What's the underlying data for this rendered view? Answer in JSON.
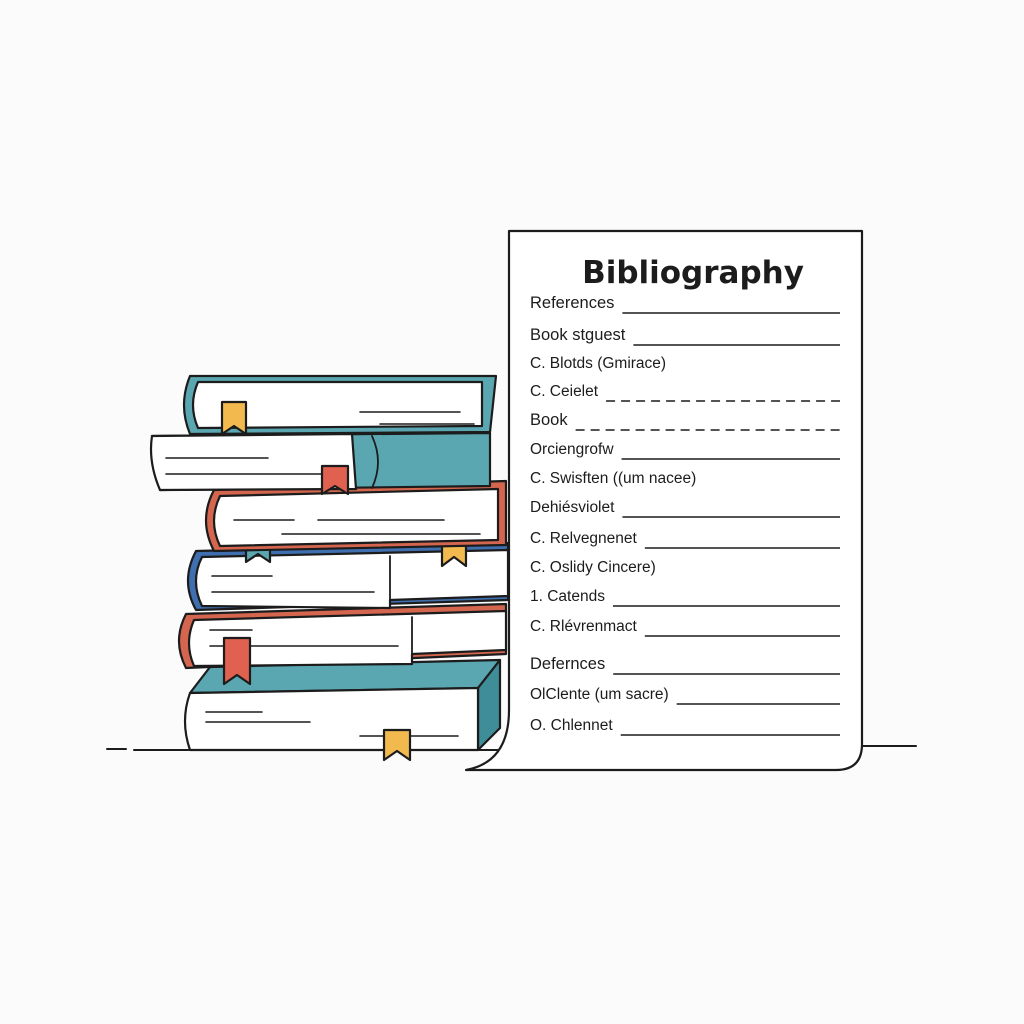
{
  "document": {
    "title": "Bibliography",
    "entries": [
      {
        "text": "References",
        "rule": "solid",
        "heading": true
      },
      {
        "text": "Book stguest",
        "rule": "solid",
        "heading": true
      },
      {
        "text": "C. Blotds (Gmirace)",
        "rule": "none",
        "heading": false
      },
      {
        "text": "C. Ceielet",
        "rule": "dashed",
        "heading": false
      },
      {
        "text": "Book",
        "rule": "dashed",
        "heading": true
      },
      {
        "text": "Orciengrofw",
        "rule": "solid",
        "heading": false
      },
      {
        "text": "C. Swisften ((um nacee)",
        "rule": "none",
        "heading": false
      },
      {
        "text": "Dehiésviolet",
        "rule": "solid",
        "heading": false
      },
      {
        "text": "C. Relvegnenet",
        "rule": "solid",
        "heading": false
      },
      {
        "text": "C. Oslidy Cincere)",
        "rule": "none",
        "heading": false
      },
      {
        "text": "1.  Catends",
        "rule": "solid",
        "heading": false
      },
      {
        "text": "C. Rlévrenmact",
        "rule": "solid",
        "heading": false
      },
      {
        "text": "Defernces",
        "rule": "solid",
        "heading": true
      },
      {
        "text": "OlClente (um sacre)",
        "rule": "solid",
        "heading": false
      },
      {
        "text": "O. Chlennet",
        "rule": "solid",
        "heading": false
      }
    ]
  },
  "book_stack": {
    "books": [
      {
        "spine": "teal",
        "bookmark": "yellow"
      },
      {
        "spine": "teal",
        "bookmark": "red"
      },
      {
        "spine": "coral",
        "bookmark": "yellow"
      },
      {
        "spine": "blue",
        "bookmark": "teal"
      },
      {
        "spine": "coral",
        "bookmark": "red"
      },
      {
        "spine": "teal",
        "bookmark": "yellow"
      }
    ]
  },
  "colors": {
    "ink": "#1c1c1c",
    "teal": "#5aa7b2",
    "teal_dark": "#3f8d98",
    "blue": "#3f6fae",
    "coral": "#d4664f",
    "yellow": "#f2b94f",
    "red": "#e0614f",
    "paper": "#ffffff",
    "background": "#fbfbfb"
  }
}
